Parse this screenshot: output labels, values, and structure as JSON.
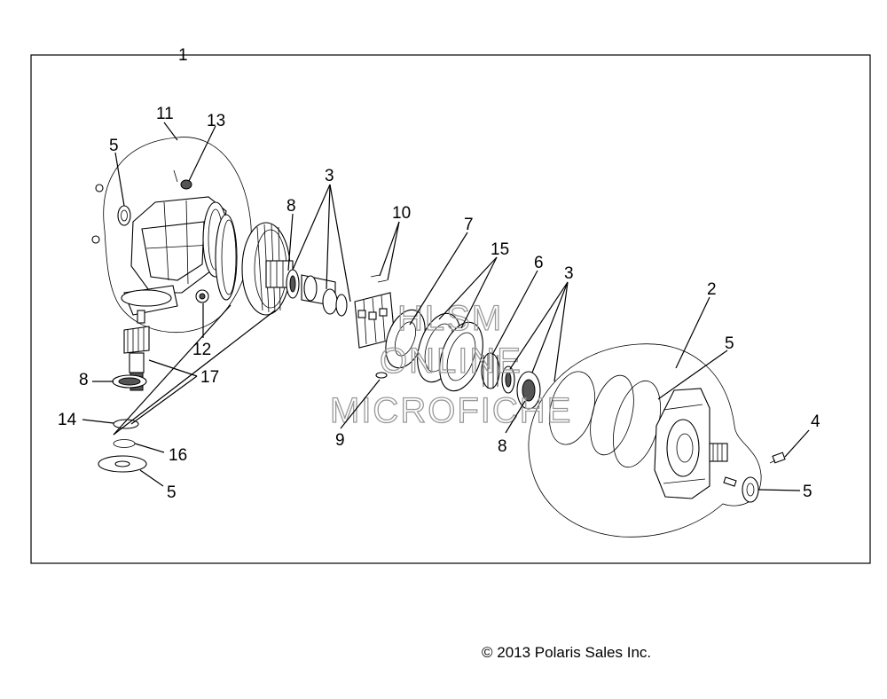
{
  "callouts": [
    {
      "id": "1",
      "label": "1"
    },
    {
      "id": "2",
      "label": "2"
    },
    {
      "id": "3a",
      "label": "3"
    },
    {
      "id": "3b",
      "label": "3"
    },
    {
      "id": "4",
      "label": "4"
    },
    {
      "id": "5a",
      "label": "5"
    },
    {
      "id": "5b",
      "label": "5"
    },
    {
      "id": "5c",
      "label": "5"
    },
    {
      "id": "5d",
      "label": "5"
    },
    {
      "id": "6",
      "label": "6"
    },
    {
      "id": "7",
      "label": "7"
    },
    {
      "id": "8a",
      "label": "8"
    },
    {
      "id": "8b",
      "label": "8"
    },
    {
      "id": "8c",
      "label": "8"
    },
    {
      "id": "9",
      "label": "9"
    },
    {
      "id": "10",
      "label": "10"
    },
    {
      "id": "11",
      "label": "11"
    },
    {
      "id": "12",
      "label": "12"
    },
    {
      "id": "13",
      "label": "13"
    },
    {
      "id": "14",
      "label": "14"
    },
    {
      "id": "15",
      "label": "15"
    },
    {
      "id": "16",
      "label": "16"
    },
    {
      "id": "17",
      "label": "17"
    }
  ],
  "watermark": {
    "line1": "HLSM",
    "line2": "ONLINE",
    "line3": "MICROFICHE"
  },
  "copyright": "© 2013 Polaris Sales Inc."
}
